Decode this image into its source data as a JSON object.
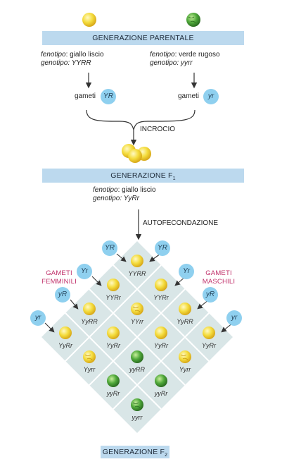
{
  "parental": {
    "band": "GENERAZIONE PARENTALE",
    "left": {
      "fenotipo_label": "fenotipo",
      "fenotipo_value": ": giallo liscio",
      "genotipo_label": "genotipo",
      "genotipo_value": ": YYRR"
    },
    "right": {
      "fenotipo_label": "fenotipo",
      "fenotipo_value": ": verde rugoso",
      "genotipo_label": "genotipo",
      "genotipo_value": ": yyrr"
    },
    "gameti_label": "gameti",
    "gamete_left": "YR",
    "gamete_right": "yr",
    "cross_label": "INCROCIO"
  },
  "f1": {
    "band_main": "GENERAZIONE F",
    "band_sub": "1",
    "fenotipo_label": "fenotipo",
    "fenotipo_value": ": giallo liscio",
    "genotipo_label": "genotipo",
    "genotipo_value": ": YyRr",
    "selfing_label": "AUTOFECONDAZIONE"
  },
  "punnett": {
    "female_label_1": "GAMETI",
    "female_label_2": "FEMMINILI",
    "male_label_1": "GAMETI",
    "male_label_2": "MASCHILI",
    "female_gametes": [
      "YR",
      "Yr",
      "yR",
      "yr"
    ],
    "male_gametes": [
      "YR",
      "Yr",
      "yR",
      "yr"
    ],
    "grid": [
      [
        "YYRR",
        "YYRr",
        "YyRR",
        "YyRr"
      ],
      [
        "YYRr",
        "YYrr",
        "YyRr",
        "Yyrr"
      ],
      [
        "YyRR",
        "YyRr",
        "yyRR",
        "yyRr"
      ],
      [
        "YyRr",
        "Yyrr",
        "yyRr",
        "yyrr"
      ]
    ],
    "colors": {
      "yellow_pea": "#f4dc3c",
      "green_pea": "#4fa83a",
      "grid_cell": "#d9e6e7",
      "grid_line": "#ffffff",
      "bubble": "#8fd0ef"
    }
  },
  "f2": {
    "band_main": "GENERAZIONE F",
    "band_sub": "2"
  }
}
